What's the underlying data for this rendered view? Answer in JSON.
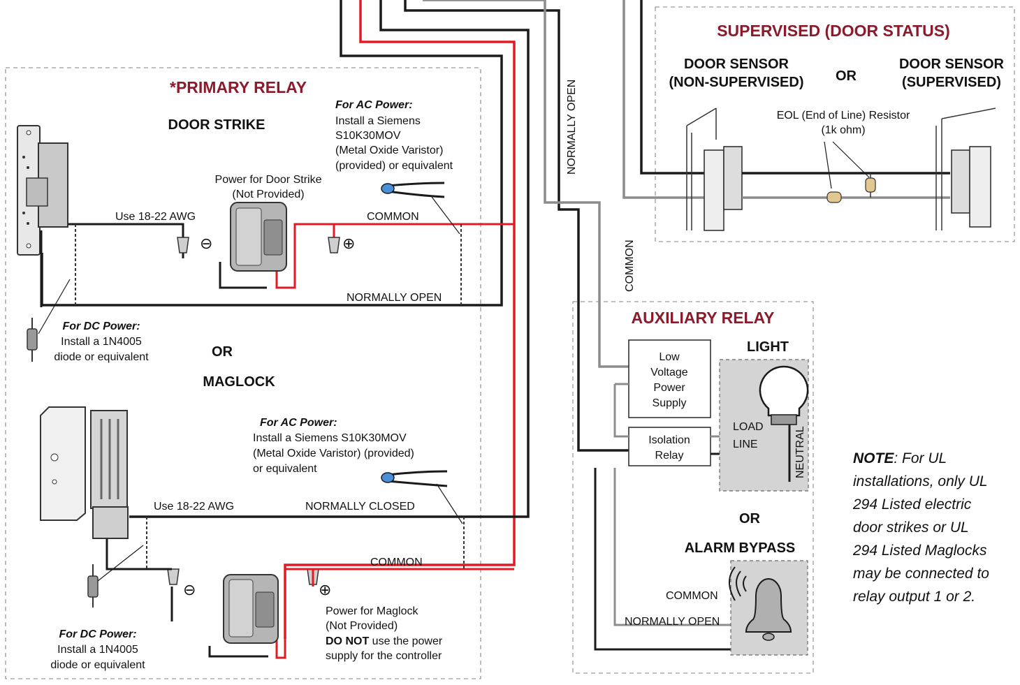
{
  "colors": {
    "header": "#8b1a2b",
    "red_wire": "#e01b24",
    "black_wire": "#1a1a1a",
    "gray_wire": "#8c8c8c",
    "dashed_box": "#9a9a9a"
  },
  "primary": {
    "title": "*PRIMARY RELAY",
    "door_strike": "DOOR STRIKE",
    "ac_title_1": "For AC Power:",
    "ac_text_1": [
      "Install a Siemens",
      "S10K30MOV",
      "(Metal Oxide Varistor)",
      "(provided) or equivalent"
    ],
    "power_strike": [
      "Power for Door Strike",
      "(Not Provided)"
    ],
    "awg_1": "Use 18-22 AWG",
    "common_1": "COMMON",
    "normally_open": "NORMALLY OPEN",
    "dc_title_1": "For DC Power:",
    "dc_text_1": [
      "Install a 1N4005",
      "diode or equivalent"
    ],
    "or": "OR",
    "maglock": "MAGLOCK",
    "ac_title_2": "For AC Power:",
    "ac_text_2": [
      "Install a Siemens S10K30MOV",
      "(Metal Oxide Varistor) (provided)",
      "or equivalent"
    ],
    "awg_2": "Use 18-22 AWG",
    "normally_closed": "NORMALLY CLOSED",
    "common_2": "COMMON",
    "power_mag": [
      "Power for Maglock",
      "(Not Provided)"
    ],
    "do_not": "DO NOT",
    "do_not_rest": " use the power",
    "supply_ctrl": "supply for the controller",
    "dc_title_2": "For DC Power:",
    "dc_text_2": [
      "Install a 1N4005",
      "diode or equivalent"
    ],
    "minus": "⊖",
    "plus": "⊕"
  },
  "middle": {
    "normally_open_vert": "NORMALLY OPEN",
    "common_vert": "COMMON"
  },
  "supervised": {
    "title": "SUPERVISED (DOOR STATUS)",
    "sensor_left": [
      "DOOR SENSOR",
      "(NON-SUPERVISED)"
    ],
    "or": "OR",
    "sensor_right": [
      "DOOR SENSOR",
      "(SUPERVISED)"
    ],
    "eol": [
      "EOL (End of Line) Resistor",
      "(1k ohm)"
    ]
  },
  "auxiliary": {
    "title": "AUXILIARY RELAY",
    "light": "LIGHT",
    "lv_supply": [
      "Low",
      "Voltage",
      "Power",
      "Supply"
    ],
    "isolation": [
      "Isolation",
      "Relay"
    ],
    "load": "LOAD",
    "line": "LINE",
    "neutral": "NEUTRAL",
    "or": "OR",
    "alarm_bypass": "ALARM BYPASS",
    "common": "COMMON",
    "normally_open": "NORMALLY OPEN"
  },
  "note": {
    "bold": "NOTE",
    "lines": [
      ": For UL",
      "installations, only UL",
      "294 Listed electric",
      "door strikes or UL",
      "294 Listed Maglocks",
      "may be connected to",
      "relay output 1 or 2."
    ]
  }
}
